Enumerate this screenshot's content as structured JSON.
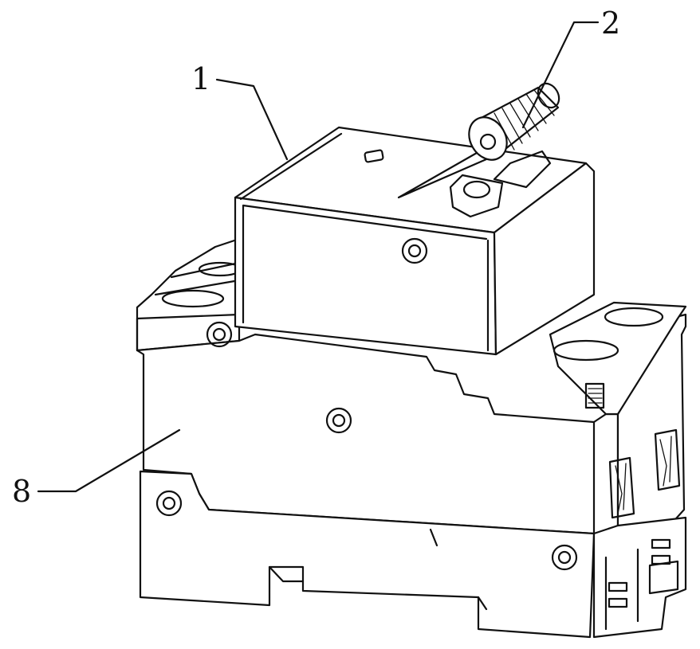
{
  "callouts": [
    {
      "id": "cover",
      "label": "1"
    },
    {
      "id": "knob",
      "label": "2"
    },
    {
      "id": "housing",
      "label": "8"
    }
  ],
  "colors": {
    "line": "#111111",
    "background": "#ffffff"
  }
}
